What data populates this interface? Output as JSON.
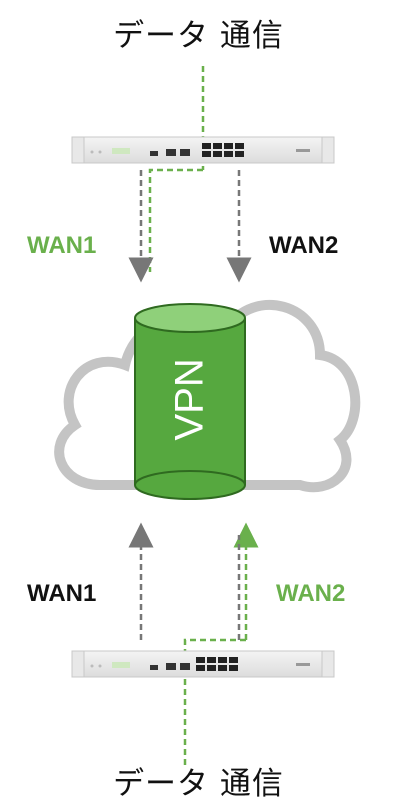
{
  "top_title": "データ 通信",
  "bottom_title": "データ 通信",
  "top_router": {
    "wan1_label": "WAN1",
    "wan2_label": "WAN2"
  },
  "bottom_router": {
    "wan1_label": "WAN1",
    "wan2_label": "WAN2"
  },
  "vpn_label": "VPN",
  "colors": {
    "active": "#6ab04c",
    "inactive": "#777777",
    "cylinder": "#56a83f",
    "cylinder_top": "#8fd07a",
    "text": "#111111"
  }
}
